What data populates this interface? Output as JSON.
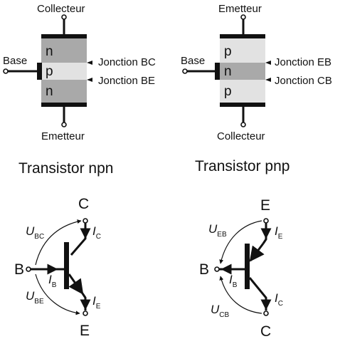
{
  "npn": {
    "top_label": "Collecteur",
    "bottom_label": "Emetteur",
    "base_label": "Base",
    "layers": [
      "n",
      "p",
      "n"
    ],
    "junction_top": "Jonction BC",
    "junction_bottom": "Jonction BE",
    "title": "Transistor npn"
  },
  "pnp": {
    "top_label": "Emetteur",
    "bottom_label": "Collecteur",
    "base_label": "Base",
    "layers": [
      "p",
      "n",
      "p"
    ],
    "junction_top": "Jonction EB",
    "junction_bottom": "Jonction CB",
    "title": "Transistor pnp"
  },
  "npn_symbol": {
    "term_top": "C",
    "term_left": "B",
    "term_bottom": "E",
    "u_top": "U",
    "u_top_sub": "BC",
    "u_bottom": "U",
    "u_bottom_sub": "BE",
    "i_top": "I",
    "i_top_sub": "C",
    "i_base": "I",
    "i_base_sub": "B",
    "i_bottom": "I",
    "i_bottom_sub": "E"
  },
  "pnp_symbol": {
    "term_top": "E",
    "term_left": "B",
    "term_bottom": "C",
    "u_top": "U",
    "u_top_sub": "EB",
    "u_bottom": "U",
    "u_bottom_sub": "CB",
    "i_top": "I",
    "i_top_sub": "E",
    "i_base": "I",
    "i_base_sub": "B",
    "i_bottom": "I",
    "i_bottom_sub": "C"
  },
  "colors": {
    "dark_layer": "#a9a9a9",
    "light_layer": "#e2e2e2",
    "ink": "#111111"
  }
}
